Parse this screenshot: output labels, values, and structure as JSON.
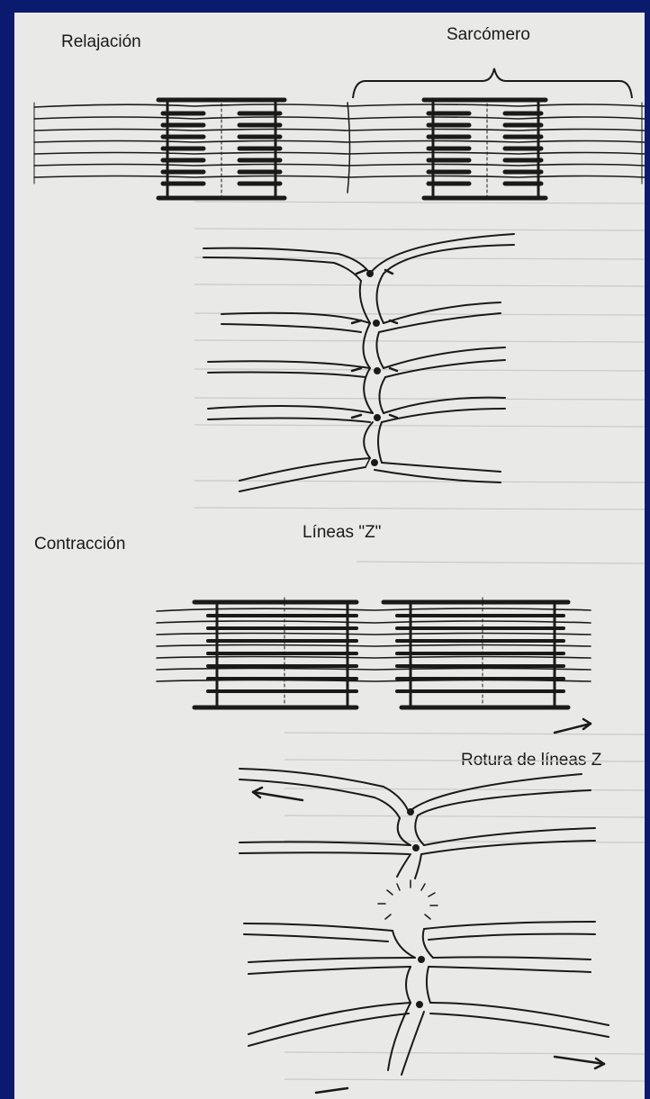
{
  "labels": {
    "relajacion": "Relajación",
    "sarcomero": "Sarcómero",
    "lineas_z": "Líneas \"Z\"",
    "contraccion": "Contracción",
    "rotura": "Rotura de líneas Z"
  },
  "colors": {
    "border": "#0a1a6e",
    "paper": "#e9e9e7",
    "ink": "#1a1a1a"
  }
}
